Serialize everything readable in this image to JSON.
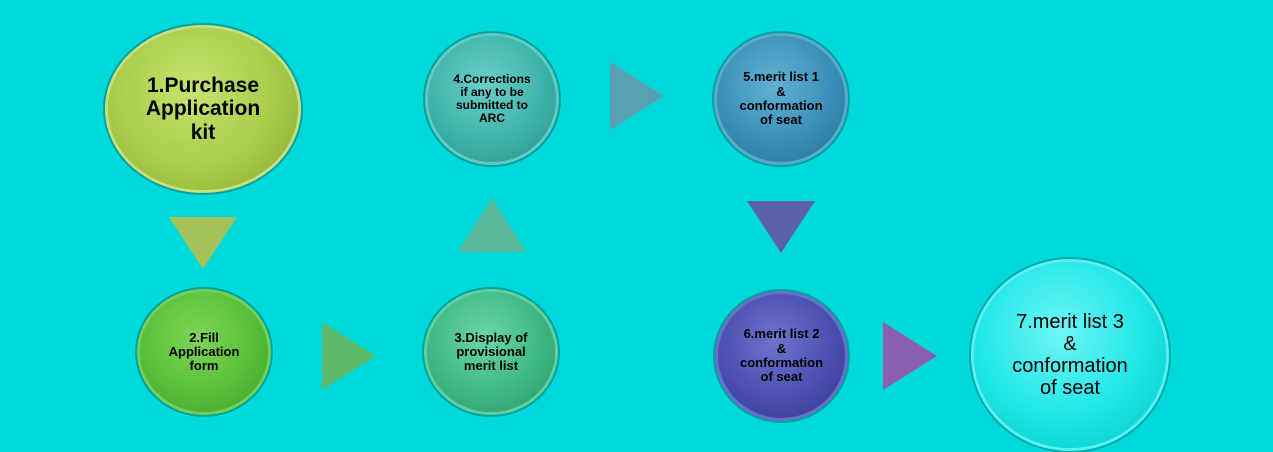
{
  "steps": [
    {
      "id": 1,
      "label": "1.Purchase\nApplication\nkit",
      "color": "#a8cc4a"
    },
    {
      "id": 2,
      "label": "2.Fill\nApplication\nform",
      "color": "#58c03a"
    },
    {
      "id": 3,
      "label": "3.Display of\nprovisional\nmerit list",
      "color": "#3fb884"
    },
    {
      "id": 4,
      "label": "4.Corrections\nif any to be\nsubmitted to\nARC",
      "color": "#3fb3ab"
    },
    {
      "id": 5,
      "label": "5.merit list 1\n&\nconformation\nof seat",
      "color": "#3a8fb8"
    },
    {
      "id": 6,
      "label": "6.merit list 2\n&\nconformation\nof seat",
      "color": "#4a4fb0"
    },
    {
      "id": 7,
      "label": "7.merit list 3\n&\nconformation\nof seat",
      "color": "#00e4e4"
    }
  ],
  "arrow_colors": {
    "1-2": "#a4c25a",
    "2-3": "#5cba6c",
    "3-4": "#5ab89a",
    "4-5": "#5aa0b4",
    "5-6": "#5a62ac",
    "6-7": "#8a5fb0"
  }
}
